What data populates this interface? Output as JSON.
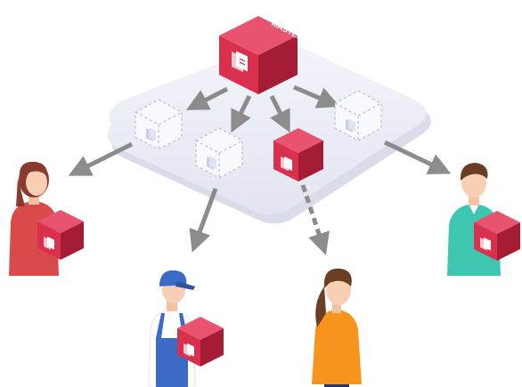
{
  "diagram": {
    "master_label": "MASTER",
    "colors": {
      "cube_red": "#d9304d",
      "cube_dark": "#a51d35",
      "platform": "#eef0f7",
      "arrow": "#8c8c8c"
    },
    "people": [
      {
        "name": "person-left",
        "shirt": "#d94a4a",
        "hair": "#8a3a2c"
      },
      {
        "name": "person-worker",
        "shirt": "#3b6bc6",
        "hair": "#3b6bc6"
      },
      {
        "name": "person-girl",
        "shirt": "#f7941d",
        "hair": "#6b3d22"
      },
      {
        "name": "person-right",
        "shirt": "#3ec6b0",
        "hair": "#6b3d22"
      }
    ]
  }
}
